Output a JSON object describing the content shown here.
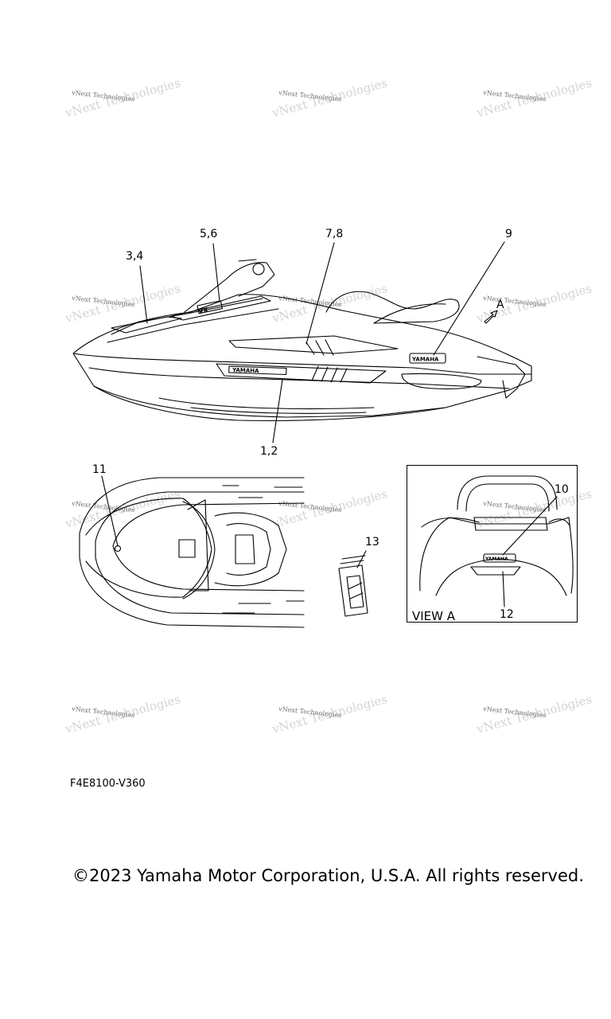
{
  "watermark": {
    "text": "vNext Technologies"
  },
  "callouts": {
    "c12": "1,2",
    "c34": "3,4",
    "c56": "5,6",
    "c78": "7,8",
    "c9": "9",
    "c10": "10",
    "c11": "11",
    "c12b": "12",
    "c13": "13",
    "viewA": "A"
  },
  "view_label": "VIEW A",
  "part_code": "F4E8100-V360",
  "copyright": "©2023 Yamaha Motor Corporation, U.S.A. All rights reserved.",
  "decal_text": {
    "brand": "YAMAHA",
    "model": "VX"
  }
}
